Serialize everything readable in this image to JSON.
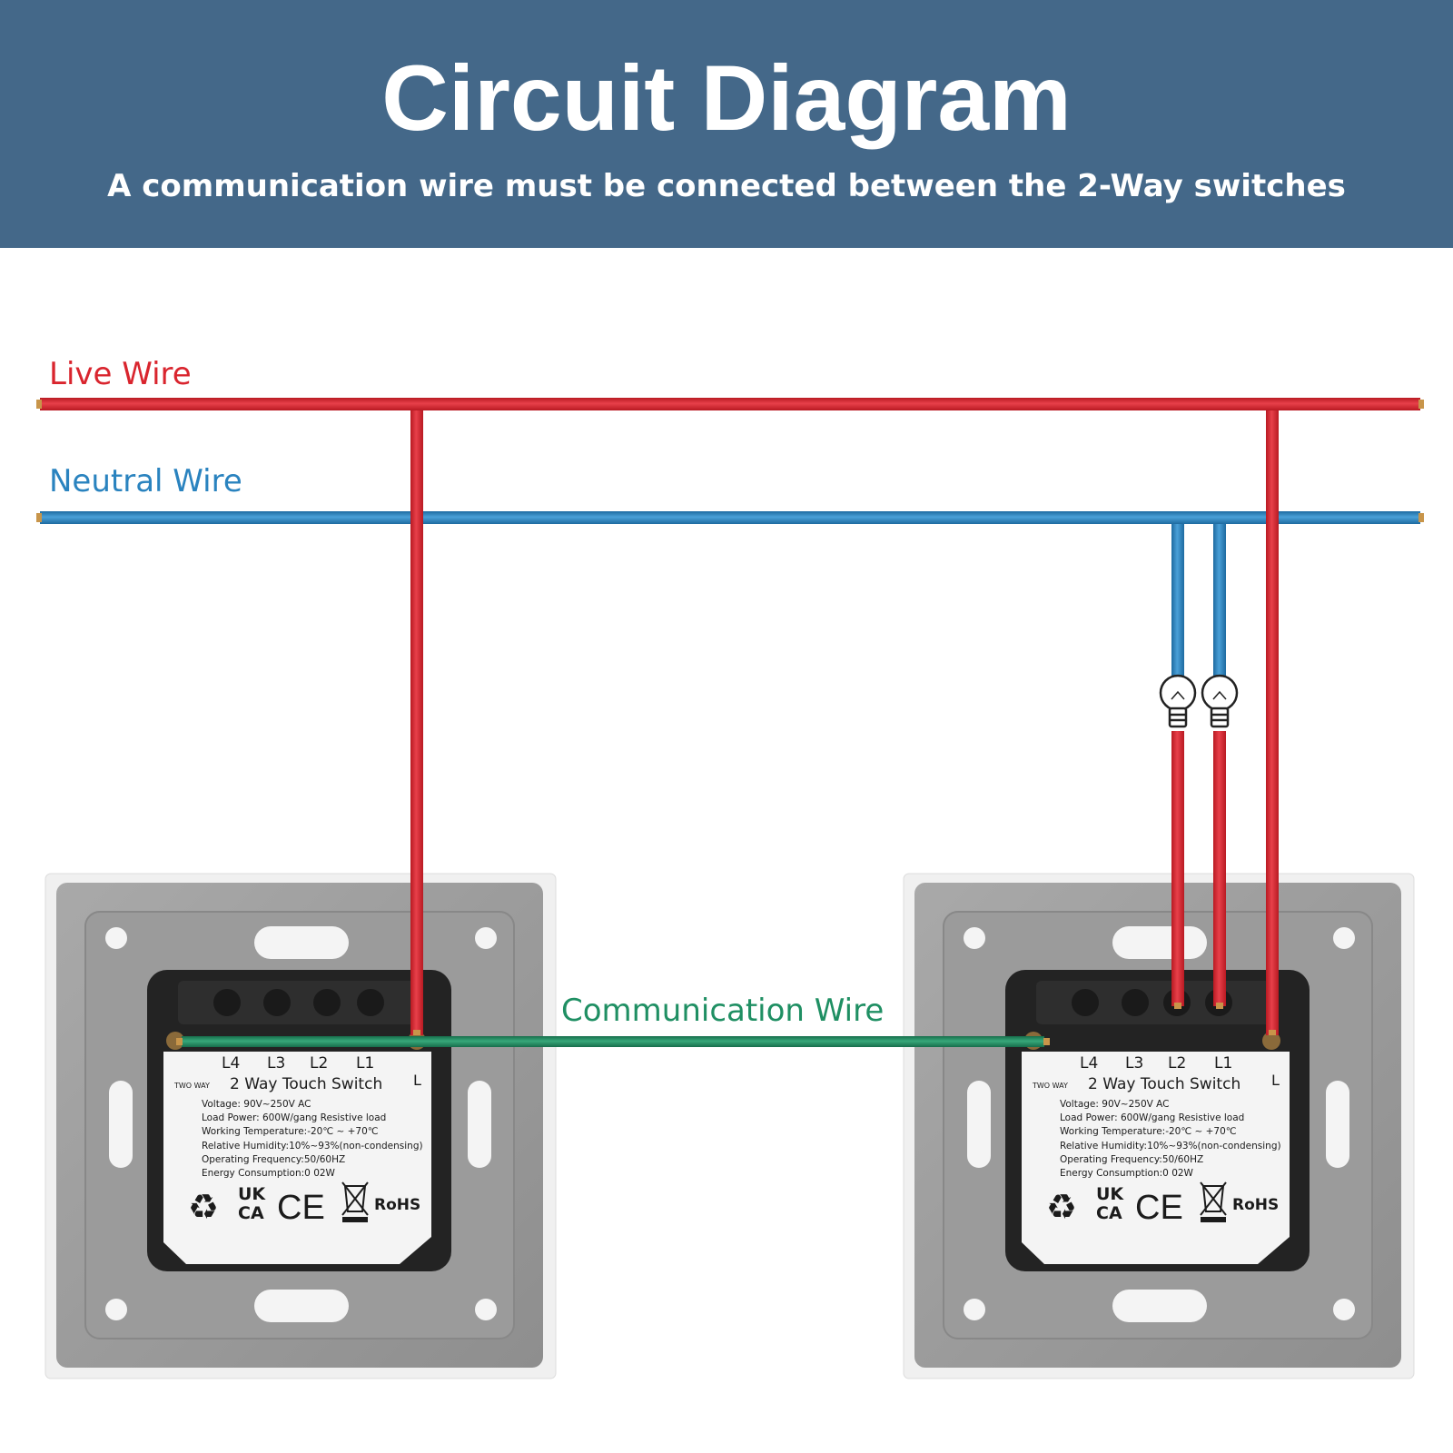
{
  "header": {
    "title": "Circuit Diagram",
    "subtitle": "A communication wire must be connected between the 2-Way switches"
  },
  "wires": {
    "live_label": "Live Wire",
    "neutral_label": "Neutral Wire",
    "communication_label": "Communication Wire"
  },
  "colors": {
    "header_bg": "#446889",
    "live": "#d9252e",
    "neutral": "#2a83bf",
    "communication": "#1f8f63"
  },
  "switches": [
    {
      "terminals": [
        "L4",
        "L3",
        "L2",
        "L1",
        "L"
      ],
      "brand_tag": "TWO WAY",
      "product_name": "2 Way Touch Switch",
      "specs": [
        "Voltage: 90V~250V AC",
        "Load Power: 600W/gang Resistive load",
        "Working Temperature:-20℃ ~ +70℃",
        "Relative Humidity:10%~93%(non-condensing)",
        "Operating Frequency:50/60HZ",
        "Energy Consumption:0 02W"
      ],
      "cert_ukca_top": "UK",
      "cert_ukca_bottom": "CA",
      "cert_ce": "CE",
      "cert_rohs": "RoHS"
    },
    {
      "terminals": [
        "L4",
        "L3",
        "L2",
        "L1",
        "L"
      ],
      "brand_tag": "TWO WAY",
      "product_name": "2 Way Touch Switch",
      "specs": [
        "Voltage: 90V~250V AC",
        "Load Power: 600W/gang Resistive load",
        "Working Temperature:-20℃ ~ +70℃",
        "Relative Humidity:10%~93%(non-condensing)",
        "Operating Frequency:50/60HZ",
        "Energy Consumption:0 02W"
      ],
      "cert_ukca_top": "UK",
      "cert_ukca_bottom": "CA",
      "cert_ce": "CE",
      "cert_rohs": "RoHS"
    }
  ]
}
